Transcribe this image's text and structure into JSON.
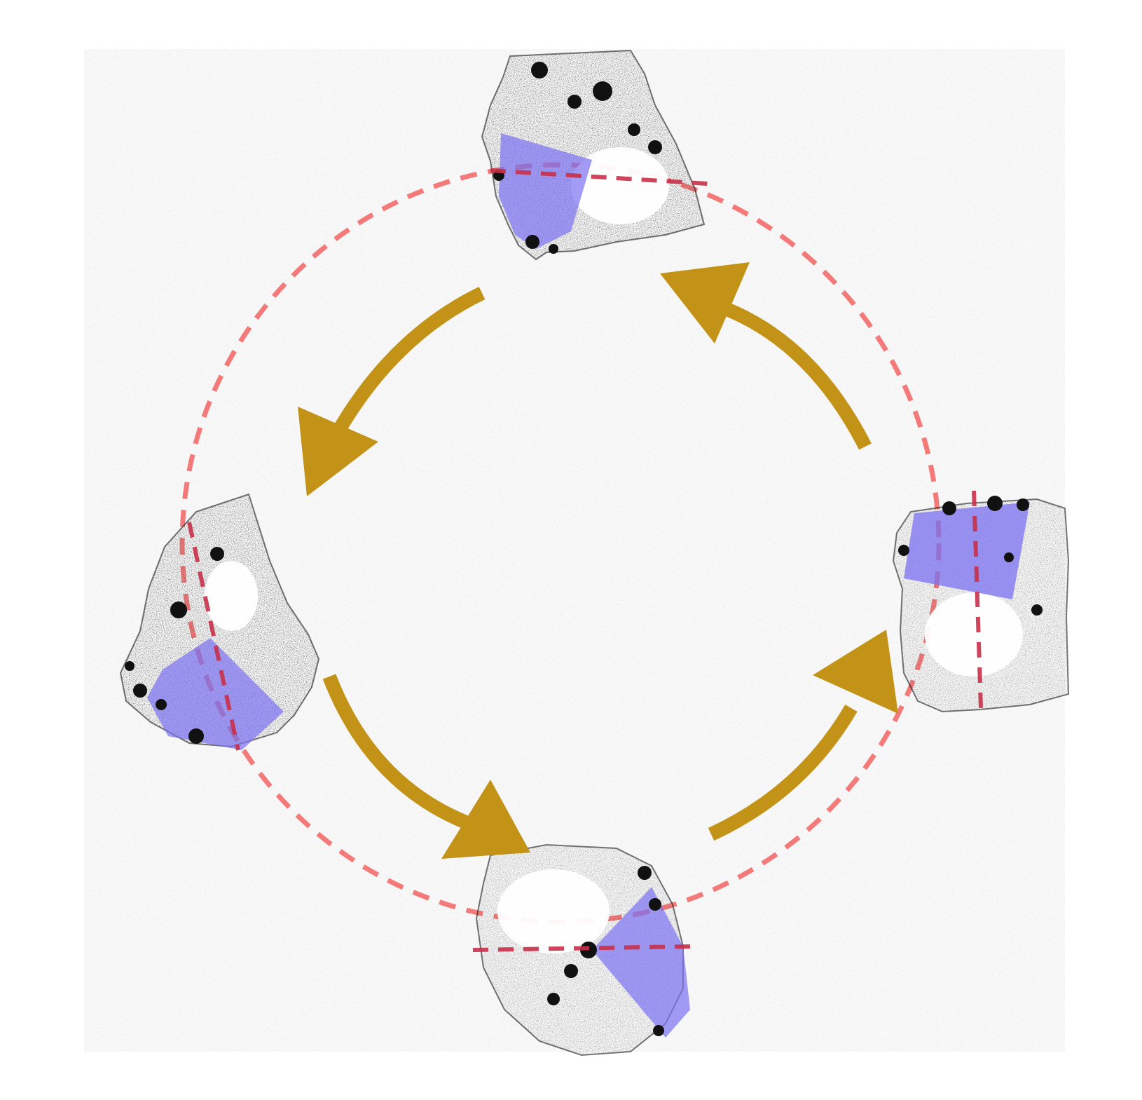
{
  "figure": {
    "background": "#ffffff",
    "colors": {
      "arrow": "#c29317",
      "dashed_orbit": "#f47a7a",
      "dashed_axis": "#c8304a",
      "sector": "#7b72f2",
      "cell_outline": "#1a1a1a",
      "cell_speckle": "#000000",
      "noise": "#b8b8b8"
    },
    "cells": [
      {
        "id": "cell-top",
        "label": "",
        "sector_fill_level": 0.5
      },
      {
        "id": "cell-left",
        "label": "",
        "sector_fill_level": 0.5
      },
      {
        "id": "cell-bottom",
        "label": "",
        "sector_fill_level": 0.5
      },
      {
        "id": "cell-right",
        "label": "",
        "sector_fill_level": 0.5
      }
    ],
    "cycle_direction": "counterclockwise",
    "arrow_count": 4
  }
}
